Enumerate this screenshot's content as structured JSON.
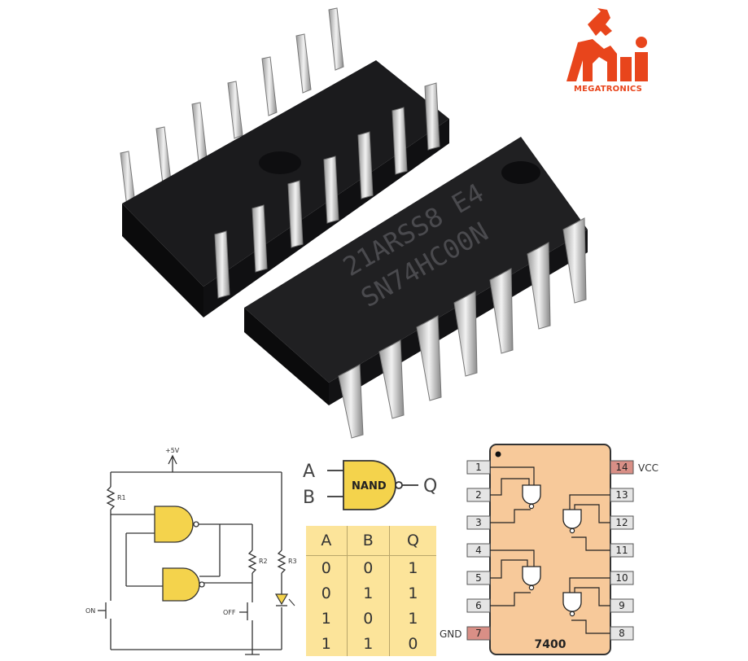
{
  "logo": {
    "text": "MEGATRONICS",
    "brand_color": "#e8451c"
  },
  "chip": {
    "marking_line1": "21ARSS8 E4",
    "marking_line2": "SN74HC00N"
  },
  "circuit": {
    "supply_label": "+5V",
    "r1": "R1",
    "r2": "R2",
    "r3": "R3",
    "on_label": "ON",
    "off_label": "OFF"
  },
  "nand_symbol": {
    "input_a": "A",
    "input_b": "B",
    "output": "Q",
    "gate_label": "NAND",
    "gate_color": "#f4d34c"
  },
  "truth_table": {
    "headers": [
      "A",
      "B",
      "Q"
    ],
    "rows": [
      [
        "0",
        "0",
        "1"
      ],
      [
        "0",
        "1",
        "1"
      ],
      [
        "1",
        "0",
        "1"
      ],
      [
        "1",
        "1",
        "0"
      ]
    ]
  },
  "pinout": {
    "chip_label": "7400",
    "left_pins": [
      "1",
      "2",
      "3",
      "4",
      "5",
      "6",
      "7"
    ],
    "right_pins": [
      "14",
      "13",
      "12",
      "11",
      "10",
      "9",
      "8"
    ],
    "vcc_label": "VCC",
    "gnd_label": "GND",
    "body_color": "#f7c99a",
    "power_pin_color": "#d98f86"
  }
}
